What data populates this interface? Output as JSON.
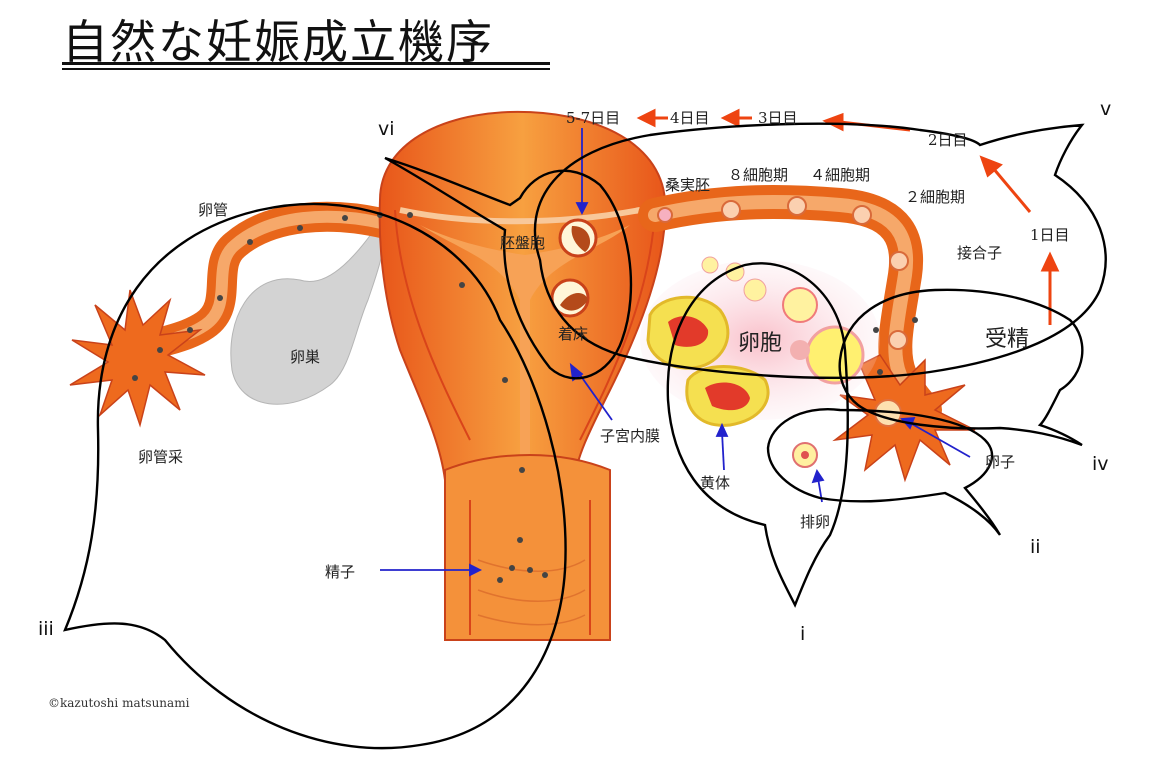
{
  "title": "自然な妊娠成立機序",
  "copyright": "©kazutoshi matsunami",
  "labels": {
    "oviduct": "卵管",
    "ovary": "卵巣",
    "fimbria": "卵管采",
    "sperm": "精子",
    "blastocyst": "胚盤胞",
    "implantation": "着床",
    "endometrium": "子宮内膜",
    "follicle": "卵胞",
    "corpus_luteum": "黄体",
    "ovulation": "排卵",
    "egg": "卵子",
    "fertilization": "受精",
    "zygote": "接合子",
    "two_cell": "２細胞期",
    "four_cell": "４細胞期",
    "eight_cell": "８細胞期",
    "morula": "桑実胚"
  },
  "days": {
    "d1": "1日目",
    "d2": "2日目",
    "d3": "3日目",
    "d4": "4日目",
    "d57": "5-7日目"
  },
  "callouts": [
    "i",
    "ii",
    "iii",
    "iv",
    "v",
    "vi"
  ],
  "colors": {
    "uterus": "#f07a1e",
    "uterus_dark": "#d9441a",
    "arrow_orange": "#ee4411",
    "arrow_blue": "#2222cc",
    "ovary": "#cfcfcf"
  }
}
